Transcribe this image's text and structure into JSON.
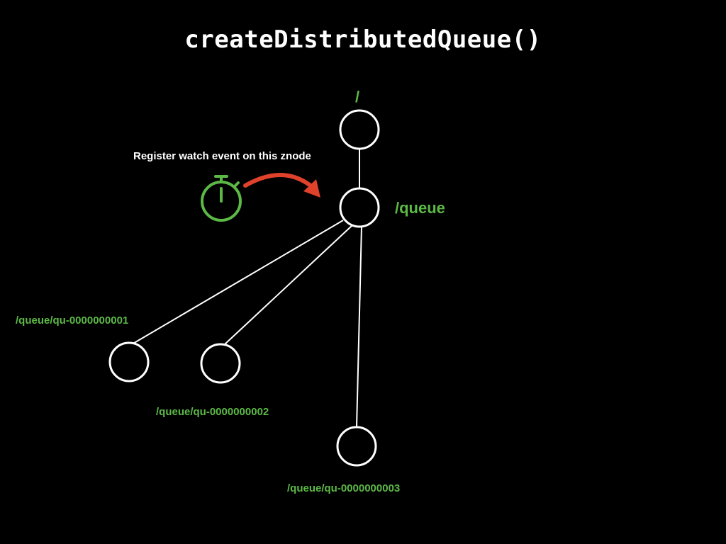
{
  "title": "createDistributedQueue()",
  "annotation": "Register watch event on this znode",
  "nodes": {
    "root": "/",
    "queue": "/queue",
    "child_1": "/queue/qu-0000000001",
    "child_2": "/queue/qu-0000000002",
    "child_3": "/queue/qu-0000000003"
  },
  "icons": {
    "watch": "stopwatch-icon",
    "arrow": "curved-arrow-icon"
  },
  "colors": {
    "background": "#000000",
    "node_stroke": "#ffffff",
    "label_green": "#5cb946",
    "arrow_red": "#e0412b",
    "watch_green": "#5cb946"
  }
}
